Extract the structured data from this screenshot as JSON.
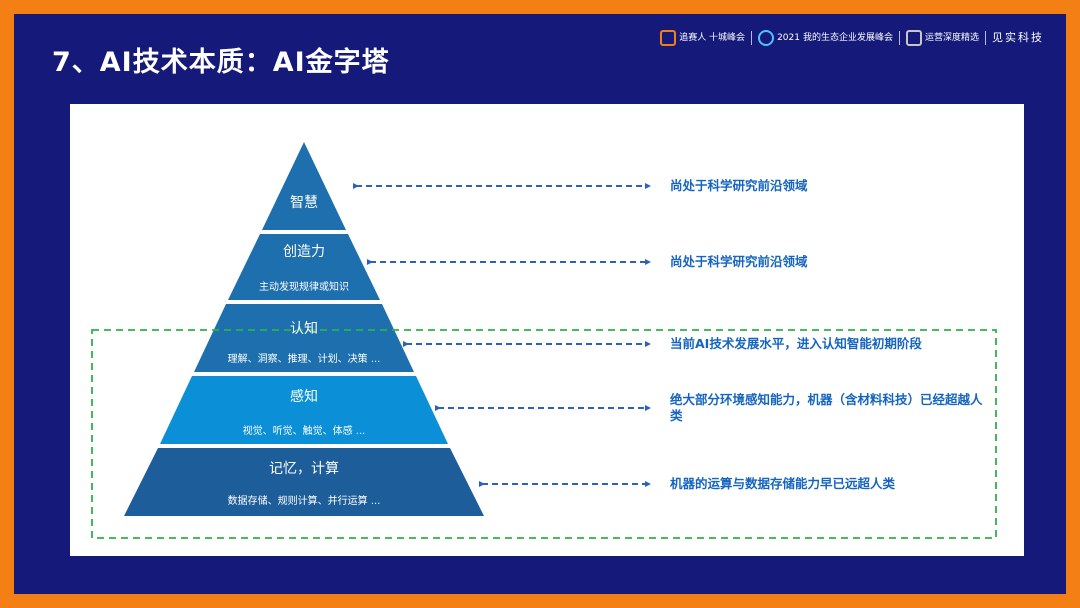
{
  "title": "7、AI技术本质：AI金字塔",
  "logos": {
    "logo1": "追赛人 十城峰会",
    "logo2_year": "2021",
    "logo2_text": "我的生态企业发展峰会",
    "logo3": "运营深度精选",
    "logo4": "见实科技"
  },
  "pyramid": {
    "tiers": [
      {
        "label": "智慧",
        "sub": "",
        "note": "尚处于科学研究前沿领域"
      },
      {
        "label": "创造力",
        "sub": "主动发现规律或知识",
        "note": "尚处于科学研究前沿领域"
      },
      {
        "label": "认知",
        "sub": "理解、洞察、推理、计划、决策 ...",
        "note": "当前AI技术发展水平，进入认知智能初期阶段"
      },
      {
        "label": "感知",
        "sub": "视觉、听觉、触觉、体感 ...",
        "note": "绝大部分环境感知能力，机器（含材料科技）已经超越人类"
      },
      {
        "label": "记忆，计算",
        "sub": "数据存储、规则计算、并行运算 ...",
        "note": "机器的运算与数据存储能力早已远超人类"
      }
    ]
  },
  "colors": {
    "background_border": "#f47f14",
    "slide": "#14197a",
    "tier_top": "#1e6fae",
    "tier_mid": "#0b8fd6",
    "tier_base": "#1d5d9a",
    "arrow": "#2e62b8",
    "highlight_box": "#2db24a",
    "note_text": "#1565c0"
  }
}
